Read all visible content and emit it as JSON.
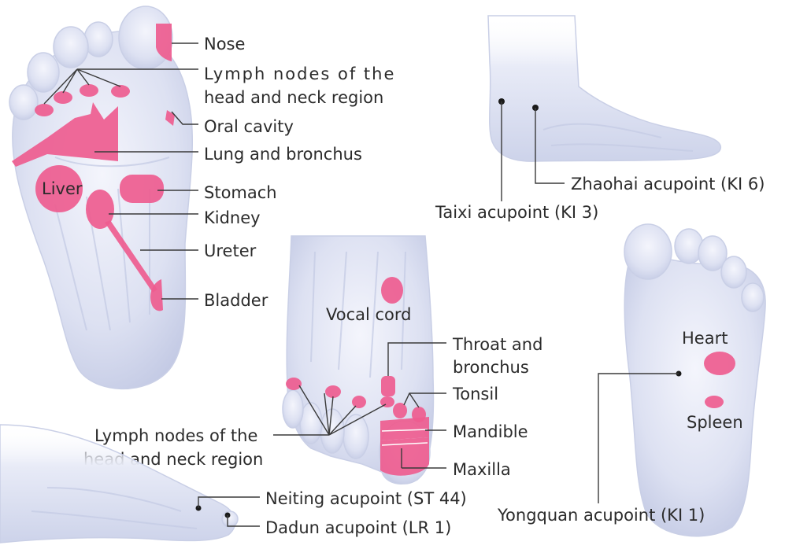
{
  "colors": {
    "zone": "#ee5c8f",
    "skin_light": "#f4f5fc",
    "skin_mid": "#d9ddf0",
    "skin_dark": "#b9c0de"
  },
  "sole_labels": {
    "nose": "Nose",
    "lymph_line1": "Lymph nodes of the",
    "lymph_line2": "head and neck region",
    "oral": "Oral cavity",
    "lung": "Lung and bronchus",
    "liver": "Liver",
    "stomach": "Stomach",
    "kidney": "Kidney",
    "ureter": "Ureter",
    "bladder": "Bladder"
  },
  "side_foot_labels": {
    "zhaohai": "Zhaohai acupoint (KI 6)",
    "taixi": "Taixi  acupoint (KI 3)"
  },
  "dorsal_labels": {
    "vocal": "Vocal cord",
    "throat_line1": "Throat and",
    "throat_line2": "bronchus",
    "tonsil": "Tonsil",
    "mandible": "Mandible",
    "maxilla": "Maxilla",
    "lymph_line1": "Lymph nodes of the",
    "lymph_line2": "head and neck region"
  },
  "bottom_foot_labels": {
    "neiting": "Neiting  acupoint (ST 44)",
    "dadun": "Dadun acupoint (LR 1)"
  },
  "right_sole_labels": {
    "heart": "Heart",
    "spleen": "Spleen",
    "yongquan": "Yongquan acupoint (KI 1)"
  }
}
